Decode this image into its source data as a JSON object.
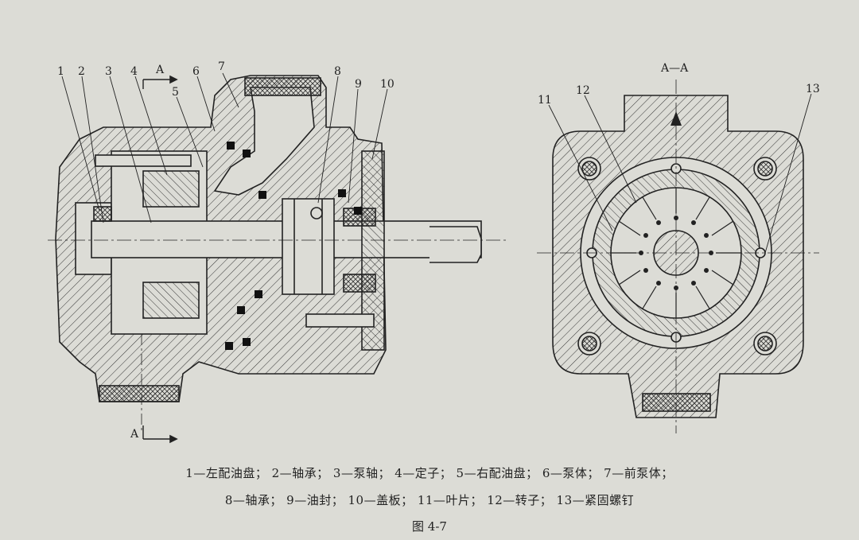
{
  "figure": {
    "section_label_top": "A",
    "section_label_bottom": "A",
    "section_title": "A—A",
    "callouts": [
      "1",
      "2",
      "3",
      "4",
      "5",
      "6",
      "7",
      "8",
      "9",
      "10",
      "11",
      "12",
      "13"
    ],
    "legend_line1": "1—左配油盘； 2—轴承； 3—泵轴； 4—定子； 5—右配油盘； 6—泵体； 7—前泵体；",
    "legend_line2": "8—轴承； 9—油封； 10—盖板； 11—叶片； 12—转子； 13—紧固螺钉",
    "figure_label": "图 4-7"
  }
}
